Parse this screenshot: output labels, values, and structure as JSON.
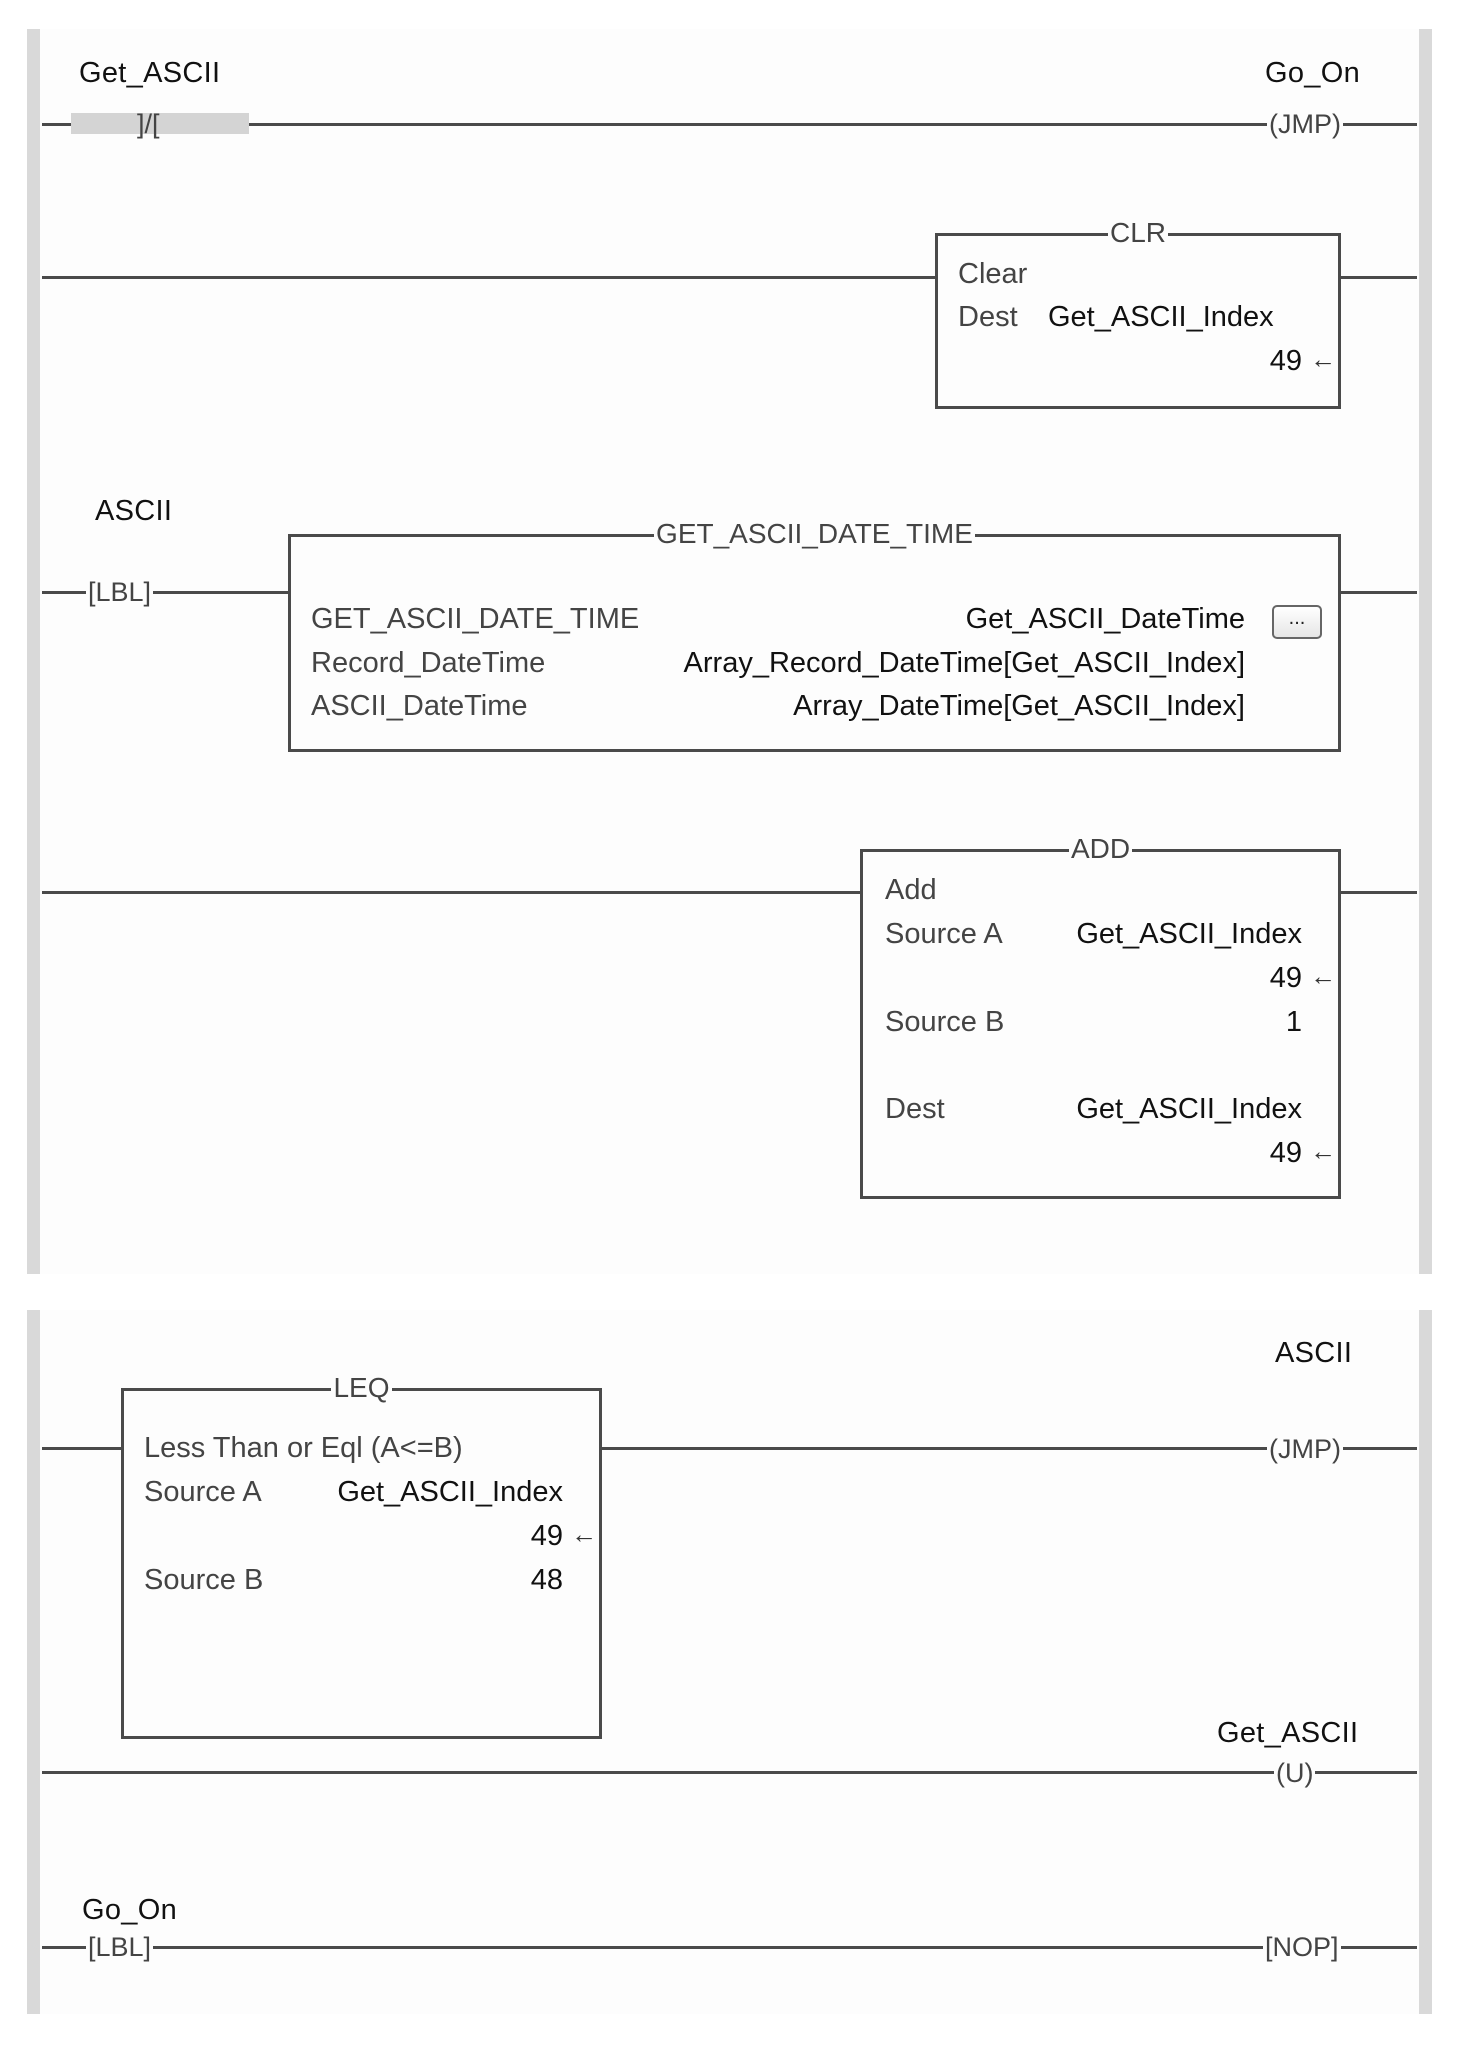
{
  "routine": {
    "rungs": [
      {
        "id": "rung-0",
        "input": {
          "type": "XIC_not",
          "symbol": "]/[",
          "tag": "Get_ASCII"
        },
        "output": {
          "type": "JMP",
          "symbol": "(JMP)",
          "tag": "Go_On"
        }
      },
      {
        "id": "rung-1",
        "instruction": {
          "mnemonic": "CLR",
          "description": "Clear",
          "params": [
            {
              "label": "Dest",
              "value": "Get_ASCII_Index",
              "live_value": "49"
            }
          ]
        }
      },
      {
        "id": "rung-2",
        "input": {
          "type": "LBL",
          "symbol": "[LBL]",
          "tag": "ASCII"
        },
        "instruction": {
          "mnemonic": "GET_ASCII_DATE_TIME",
          "params": [
            {
              "label": "GET_ASCII_DATE_TIME",
              "value": "Get_ASCII_DateTime"
            },
            {
              "label": "Record_DateTime",
              "value": "Array_Record_DateTime[Get_ASCII_Index]"
            },
            {
              "label": "ASCII_DateTime",
              "value": "Array_DateTime[Get_ASCII_Index]"
            }
          ],
          "browse_button": "..."
        }
      },
      {
        "id": "rung-3",
        "instruction": {
          "mnemonic": "ADD",
          "description": "Add",
          "params": [
            {
              "label": "Source A",
              "value": "Get_ASCII_Index",
              "live_value": "49"
            },
            {
              "label": "Source B",
              "value": "1"
            },
            {
              "label": "Dest",
              "value": "Get_ASCII_Index",
              "live_value": "49"
            }
          ]
        }
      },
      {
        "id": "rung-4",
        "instruction": {
          "mnemonic": "LEQ",
          "description": "Less Than or Eql (A<=B)",
          "params": [
            {
              "label": "Source A",
              "value": "Get_ASCII_Index",
              "live_value": "49"
            },
            {
              "label": "Source B",
              "value": "48"
            }
          ]
        },
        "output": {
          "type": "JMP",
          "symbol": "(JMP)",
          "tag": "ASCII"
        }
      },
      {
        "id": "rung-5",
        "output": {
          "type": "OTU",
          "symbol": "(U)",
          "tag": "Get_ASCII"
        }
      },
      {
        "id": "rung-6",
        "input": {
          "type": "LBL",
          "symbol": "[LBL]",
          "tag": "Go_On"
        },
        "output": {
          "type": "NOP",
          "symbol": "[NOP]"
        }
      }
    ],
    "live_value_arrow": "←"
  }
}
